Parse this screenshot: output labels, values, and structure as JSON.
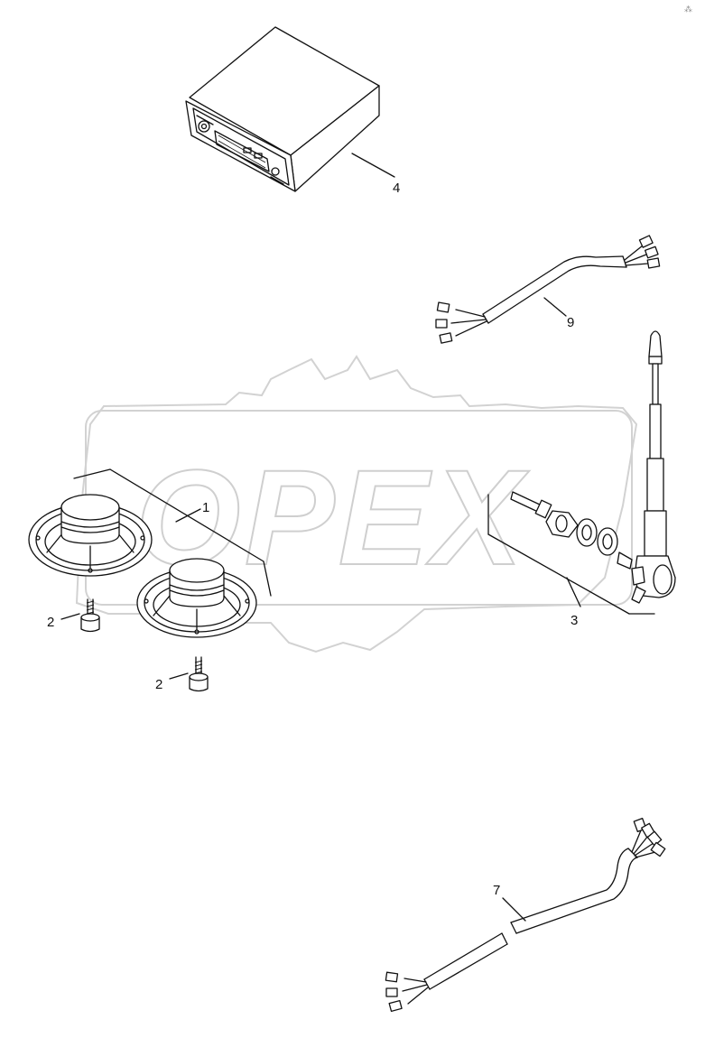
{
  "watermark": {
    "text": "OPEX"
  },
  "corner_mark": "⁂",
  "callouts": [
    {
      "id": "part-4",
      "label": "4"
    },
    {
      "id": "part-9",
      "label": "9"
    },
    {
      "id": "part-1",
      "label": "1"
    },
    {
      "id": "part-3",
      "label": "3"
    },
    {
      "id": "part-2a",
      "label": "2"
    },
    {
      "id": "part-2b",
      "label": "2"
    },
    {
      "id": "part-7",
      "label": "7"
    }
  ]
}
